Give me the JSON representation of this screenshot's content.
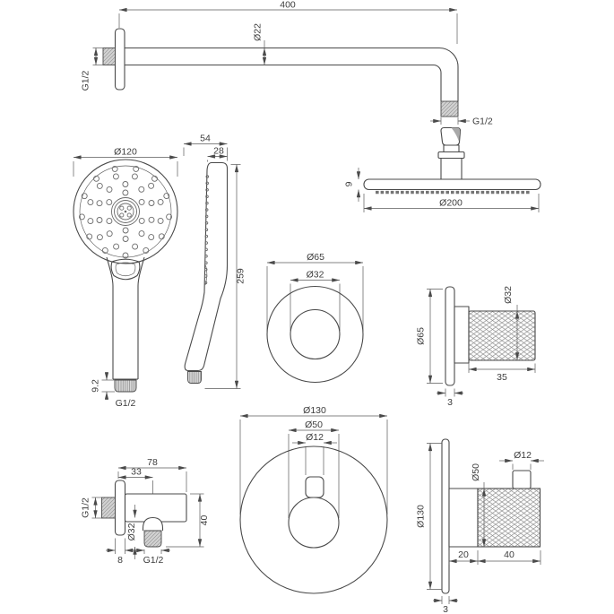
{
  "drawing": {
    "title": "shower-set-technical-drawing",
    "background_color": "#ffffff",
    "line_color": "#4a4a4a",
    "text_color": "#3d3d3d",
    "hatch_color": "#8f8f8f",
    "views": {
      "shower_arm": {
        "length": "400",
        "pipe_diameter": "Ø22",
        "wall_thread": "G1/2",
        "outlet_thread": "G1/2"
      },
      "head_shower": {
        "plate_thickness": "9",
        "diameter": "Ø200"
      },
      "hand_shower_front": {
        "head_diameter": "Ø120",
        "thread_length": "9.2",
        "thread": "G1/2"
      },
      "hand_shower_side": {
        "depth": "54",
        "head_thickness": "28",
        "length": "259"
      },
      "escutcheon_front": {
        "outer_diameter": "Ø65",
        "inner_diameter": "Ø32"
      },
      "diverter_side": {
        "plate_diameter": "Ø65",
        "knob_diameter": "Ø32",
        "knob_length": "35",
        "plate_thickness": "3"
      },
      "wall_outlet": {
        "depth": "78",
        "outlet_offset": "33",
        "wall_thread": "G1/2",
        "outlet_diameter": "Ø32",
        "plate_thickness": "8",
        "outlet_thread": "G1/2",
        "height": "40"
      },
      "mixer_front": {
        "plate_diameter": "Ø130",
        "knob_diameter": "Ø50",
        "tab_width": "Ø12"
      },
      "mixer_side": {
        "stub_diameter": "Ø12",
        "knob_diameter": "Ø50",
        "plate_diameter": "Ø130",
        "hub_length": "20",
        "knob_length": "40",
        "plate_thickness": "3"
      }
    }
  }
}
